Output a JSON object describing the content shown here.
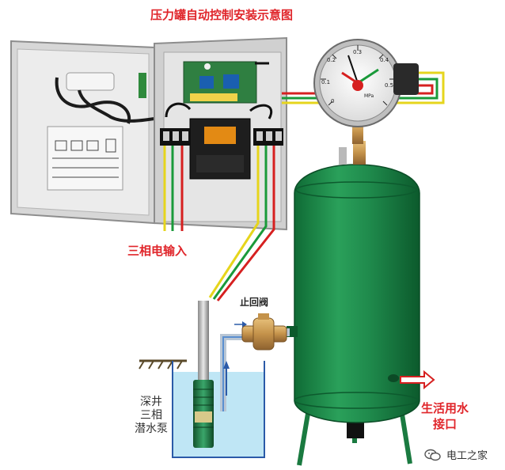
{
  "title": "压力罐自动控制安装示意图",
  "labels": {
    "three_phase_input": "三相电输入",
    "check_valve": "止回阀",
    "pump_line1": "深井",
    "pump_line2": "三相",
    "pump_line3": "潜水泵",
    "outlet_line1": "生活用水",
    "outlet_line2": "接口"
  },
  "gauge": {
    "ticks": [
      "0",
      "0.1",
      "0.2",
      "0.3",
      "0.4",
      "0.5"
    ],
    "unit": "MPa"
  },
  "watermark": "电工之家",
  "colors": {
    "title_red": "#e0262b",
    "tank_green": "#1f8a4c",
    "wire_red": "#d62020",
    "wire_green": "#1a9a3a",
    "wire_yellow": "#e6d51c",
    "water_blue": "#bfe6f5"
  }
}
